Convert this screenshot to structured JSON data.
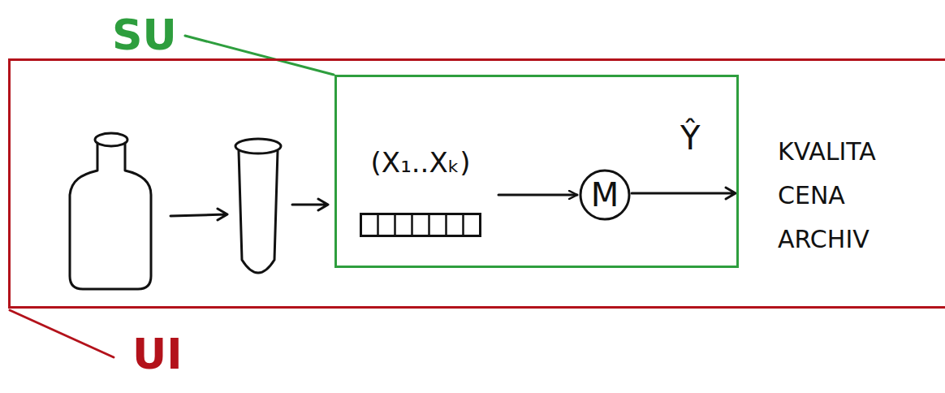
{
  "diagram": {
    "nodes": [
      {
        "text": [
          "UI"
        ]
      },
      {
        "text": [
          "SU"
        ],
        "in": 0
      },
      {
        "text": [
          "(X₁..Xₖ)"
        ],
        "in": 1
      },
      {
        "text": [
          "M"
        ],
        "in": 1
      }
    ],
    "edges": [
      {
        "from": 2,
        "to": 3,
        "arrow": "to"
      }
    ],
    "labels": [
      "Ŷ",
      "KVALITA CENA ARCHIV"
    ]
  }
}
